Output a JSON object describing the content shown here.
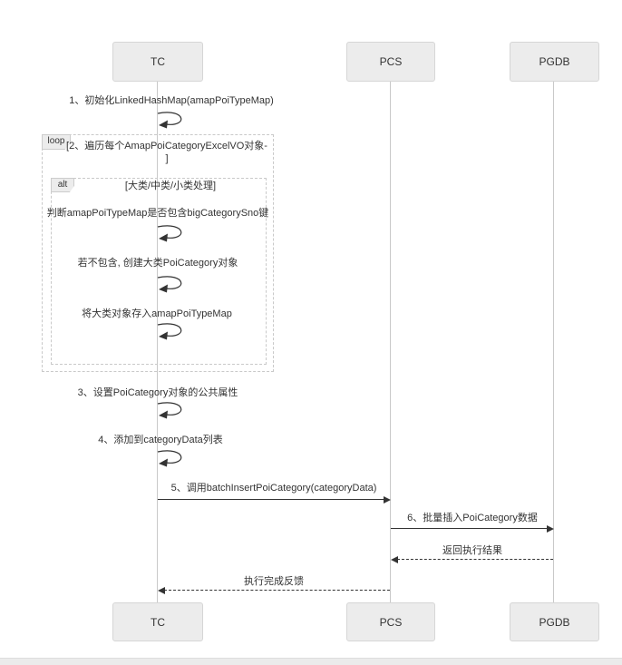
{
  "colors": {
    "background": "#ffffff",
    "actor_fill": "#ececec",
    "actor_border": "#d6d6d6",
    "line": "#333333",
    "lifeline": "#c9c9c9",
    "fragment_border": "#c9c9c9",
    "text": "#333333",
    "bottom_bar": "#ebebeb"
  },
  "diagram": {
    "type": "sequence",
    "participants": [
      {
        "name": "TC"
      },
      {
        "name": "PCS"
      },
      {
        "name": "PGDB"
      }
    ],
    "fragments": {
      "loop": {
        "label": "loop",
        "condition_lines": [
          "[2、遍历每个AmapPoiCategoryExcelVO对象-",
          "]"
        ]
      },
      "alt": {
        "label": "alt",
        "condition": "[大类/中类/小类处理]"
      }
    },
    "messages": [
      {
        "text": "1、初始化LinkedHashMap(amapPoiTypeMap)",
        "type": "self",
        "actor": "TC"
      },
      {
        "text": "判断amapPoiTypeMap是否包含bigCategorySno键",
        "type": "self",
        "actor": "TC"
      },
      {
        "text": "若不包含, 创建大类PoiCategory对象",
        "type": "self",
        "actor": "TC"
      },
      {
        "text": "将大类对象存入amapPoiTypeMap",
        "type": "self",
        "actor": "TC"
      },
      {
        "text": "3、设置PoiCategory对象的公共属性",
        "type": "self",
        "actor": "TC"
      },
      {
        "text": "4、添加到categoryData列表",
        "type": "self",
        "actor": "TC"
      },
      {
        "text": "5、调用batchInsertPoiCategory(categoryData)",
        "type": "solid",
        "from": "TC",
        "to": "PCS"
      },
      {
        "text": "6、批量插入PoiCategory数据",
        "type": "solid",
        "from": "PCS",
        "to": "PGDB"
      },
      {
        "text": "返回执行结果",
        "type": "dashed",
        "from": "PGDB",
        "to": "PCS"
      },
      {
        "text": "执行完成反馈",
        "type": "dashed",
        "from": "PCS",
        "to": "TC"
      }
    ]
  }
}
